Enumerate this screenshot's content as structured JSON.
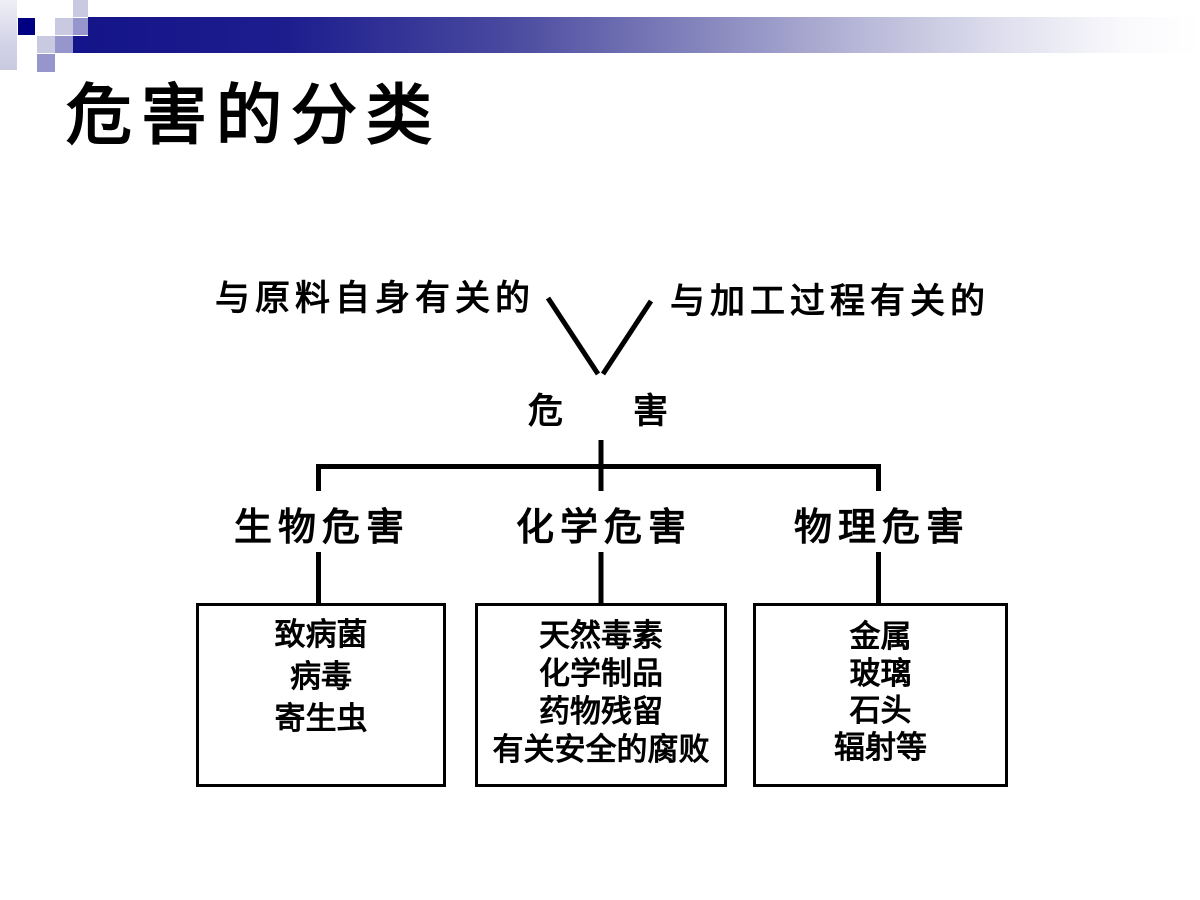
{
  "page": {
    "title": "危害的分类"
  },
  "decoration": {
    "bar_gradient_start": "#15158A",
    "bar_gradient_end": "#FFFFFF",
    "square_dark": "#000082",
    "square_medium": "#9696CC",
    "square_light": "#C9C9E2"
  },
  "diagram": {
    "line_color": "#000000",
    "source_left": "与原料自身有关的",
    "source_right": "与加工过程有关的",
    "root": "危　　害",
    "categories": [
      {
        "label": "生物危害",
        "items": [
          "致病菌",
          "病毒",
          "寄生虫"
        ]
      },
      {
        "label": "化学危害",
        "items": [
          "天然毒素",
          "化学制品",
          "药物残留",
          "有关安全的腐败"
        ]
      },
      {
        "label": "物理危害",
        "items": [
          "金属",
          "玻璃",
          "石头",
          "辐射等"
        ]
      }
    ]
  }
}
